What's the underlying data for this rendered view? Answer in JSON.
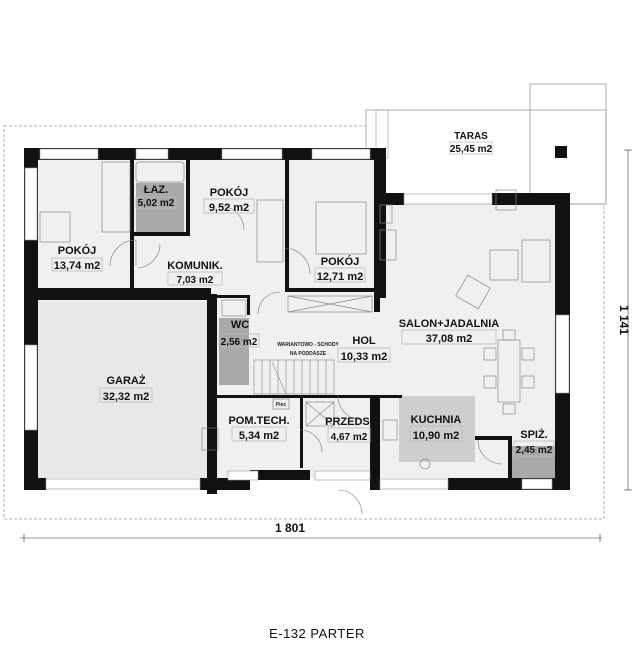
{
  "plan": {
    "title": "E-132 PARTER",
    "width_dimension": "1 801",
    "depth_dimension": "1 141",
    "stairs_note_line1": "WARIANTOWO - SCHODY",
    "stairs_note_line2": "NA PODDASZE",
    "boiler_label": "Piec",
    "rooms": [
      {
        "name": "POKÓJ",
        "area": "13,74 m2"
      },
      {
        "name": "ŁAZ.",
        "area": "5,02 m2"
      },
      {
        "name": "POKÓJ",
        "area": "9,52 m2"
      },
      {
        "name": "POKÓJ",
        "area": "12,71 m2"
      },
      {
        "name": "KOMUNIK.",
        "area": "7,03 m2"
      },
      {
        "name": "GARAŻ",
        "area": "32,32 m2"
      },
      {
        "name": "WC",
        "area": "2,56 m2"
      },
      {
        "name": "HOL",
        "area": "10,33 m2"
      },
      {
        "name": "SALON+JADALNIA",
        "area": "37,08 m2"
      },
      {
        "name": "POM.TECH.",
        "area": "5,34 m2"
      },
      {
        "name": "PRZEDS.",
        "area": "4,67 m2"
      },
      {
        "name": "KUCHNIA",
        "area": "10,90 m2"
      },
      {
        "name": "SPIŻ.",
        "area": "2,45 m2"
      },
      {
        "name": "TARAS",
        "area": "25,45 m2"
      }
    ],
    "colors": {
      "wall": "#111111",
      "floor": "#f0f0f0",
      "wet_room": "#a9a9a9",
      "kitchen": "#cfcfcf"
    }
  }
}
